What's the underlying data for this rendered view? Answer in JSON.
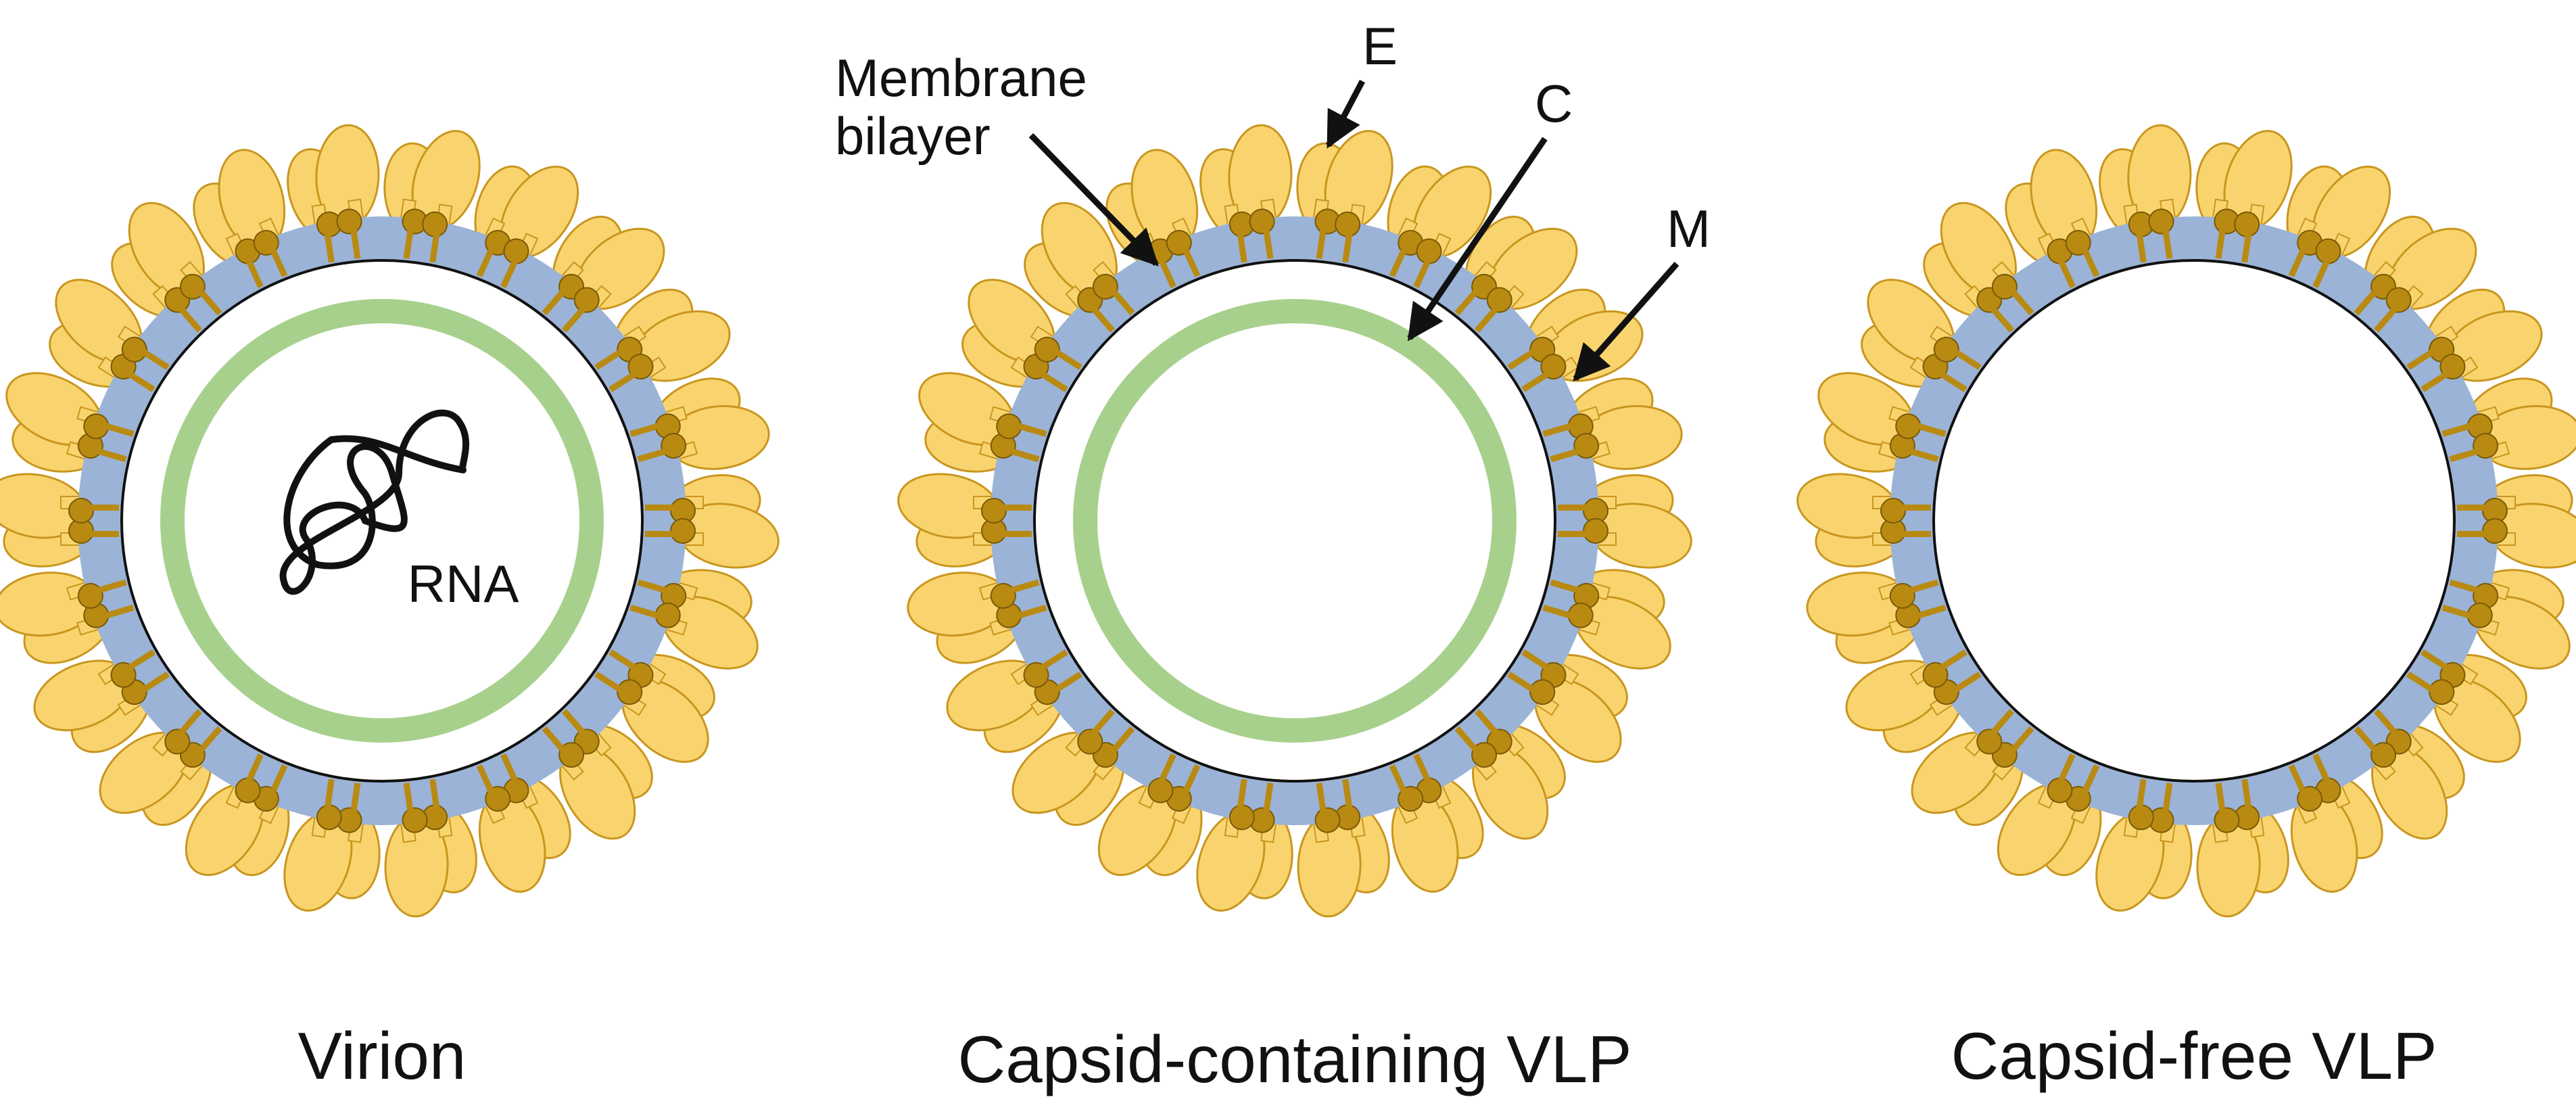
{
  "particles": [
    {
      "id": "virion",
      "caption": "Virion",
      "has_capsid": true,
      "has_rna": true,
      "inner_label": "RNA"
    },
    {
      "id": "capsid-vlp",
      "caption": "Capsid-containing VLP",
      "has_capsid": true,
      "has_rna": false
    },
    {
      "id": "capsid-free-vlp",
      "caption": "Capsid-free VLP",
      "has_capsid": false,
      "has_rna": false
    }
  ],
  "annotations": {
    "membrane": {
      "line1": "Membrane",
      "line2": "bilayer"
    },
    "e": "E",
    "c": "C",
    "m": "M"
  },
  "colors": {
    "e_fill": "#F9D46E",
    "e_stroke": "#C9961E",
    "m_fill": "#B98A12",
    "m_stroke": "#7A5A05",
    "membrane": "#9BB3D6",
    "capsid": "#A8D08D",
    "line": "#111111"
  }
}
